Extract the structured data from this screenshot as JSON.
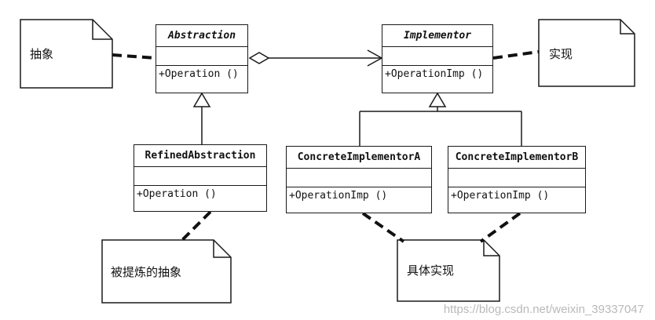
{
  "classes": {
    "abstraction": {
      "name": "Abstraction",
      "op": "+Operation ()"
    },
    "implementor": {
      "name": "Implementor",
      "op": "+OperationImp ()"
    },
    "refined": {
      "name": "RefinedAbstraction",
      "op": "+Operation ()"
    },
    "concrete_a": {
      "name": "ConcreteImplementorA",
      "op": "+OperationImp ()"
    },
    "concrete_b": {
      "name": "ConcreteImplementorB",
      "op": "+OperationImp ()"
    }
  },
  "notes": {
    "abstraction": "抽象",
    "implementor": "实现",
    "refined": "被提炼的抽象",
    "concrete": "具体实现"
  },
  "watermark": "https://blog.csdn.net/weixin_39337047"
}
